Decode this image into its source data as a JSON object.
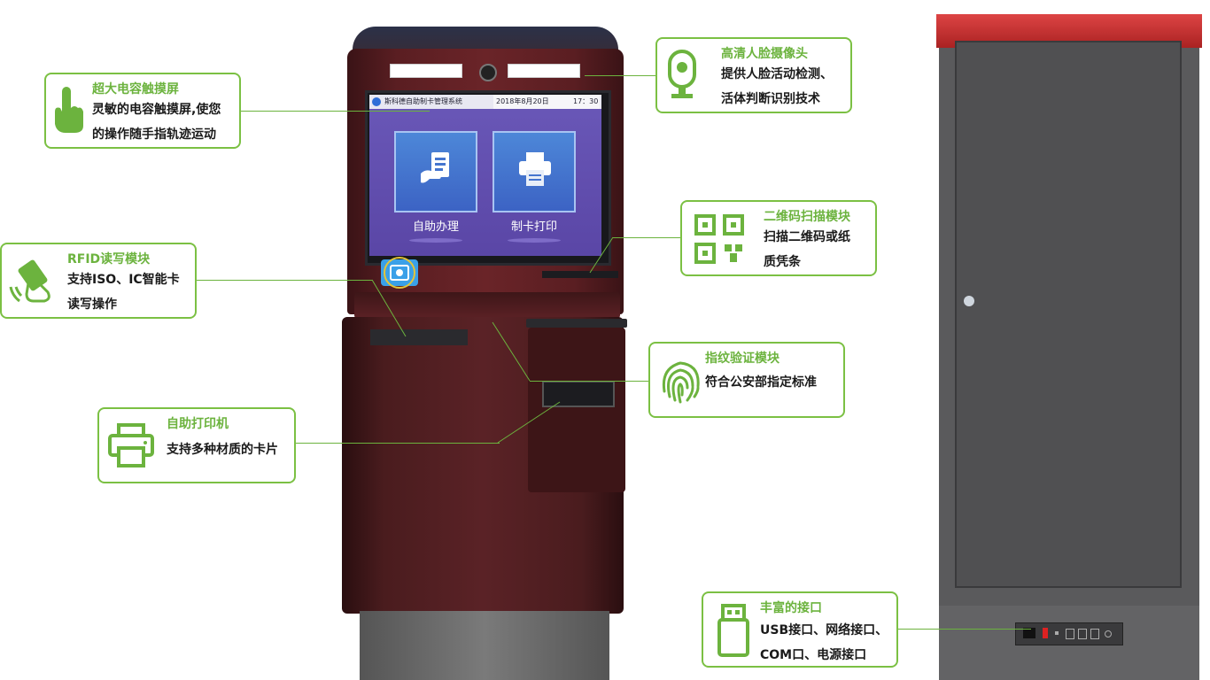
{
  "screen": {
    "system_name": "斯科德自助制卡管理系统",
    "date": "2018年8月20日",
    "time": "17：30",
    "tiles": [
      {
        "label": "自助办理",
        "icon": "id-card-hand-icon"
      },
      {
        "label": "制卡打印",
        "icon": "printer-icon"
      }
    ]
  },
  "callouts": {
    "touchscreen": {
      "title": "超大电容触摸屏",
      "lines": [
        "灵敏的电容触摸屏,使您",
        "的操作随手指轨迹运动"
      ],
      "icon": "touch-hand-icon"
    },
    "camera": {
      "title": "高清人脸摄像头",
      "lines": [
        "提供人脸活动检测、",
        "活体判断识别技术"
      ],
      "icon": "webcam-icon"
    },
    "qrcode": {
      "title": "二维码扫描模块",
      "lines": [
        "扫描二维码或纸",
        "质凭条"
      ],
      "icon": "qr-code-icon"
    },
    "rfid": {
      "title": "RFID读写模块",
      "lines": [
        "支持ISO、IC智能卡",
        "读写操作"
      ],
      "icon": "card-tap-icon"
    },
    "fingerprint": {
      "title": "指纹验证模块",
      "lines": [
        "符合公安部指定标准"
      ],
      "icon": "fingerprint-icon"
    },
    "printer": {
      "title": "自助打印机",
      "lines": [
        "支持多种材质的卡片"
      ],
      "icon": "printer-icon"
    },
    "ports": {
      "title": "丰富的接口",
      "lines": [
        "USB接口、网络接口、",
        "COM口、电源接口"
      ],
      "icon": "usb-icon"
    }
  },
  "colors": {
    "accent": "#6cb33e",
    "kiosk": "#5a2226",
    "screen": "#5a46a6",
    "tile": "#4575cf",
    "cabinet": "#5a5a5c",
    "cabinet_top": "#c03030"
  }
}
